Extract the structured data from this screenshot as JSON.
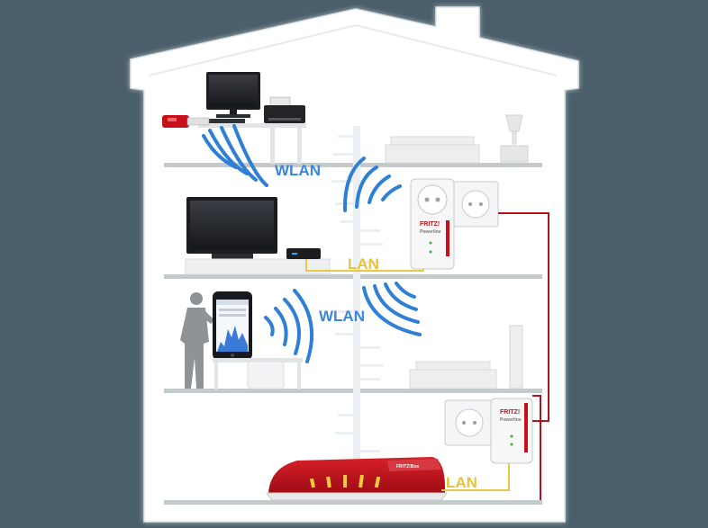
{
  "labels": {
    "wlan_top": "WLAN",
    "lan_mid": "LAN",
    "wlan_mid": "WLAN",
    "lan_bottom": "LAN"
  },
  "devices": {
    "powerline_brand": "FRITZ!",
    "powerline_sub": "Powerline",
    "router_brand": "FRITZ!Box"
  },
  "colors": {
    "background": "#4a5f6b",
    "house": "#ffffff",
    "house_edge": "#d8dde0",
    "floor": "#c4c9cc",
    "wlan_arc": "#2f7fd6",
    "wlan_text": "#3b86d9",
    "lan_cable": "#e6c84a",
    "lan_text": "#e8c23a",
    "power_cable": "#b3121e",
    "router_red": "#c8101c"
  }
}
